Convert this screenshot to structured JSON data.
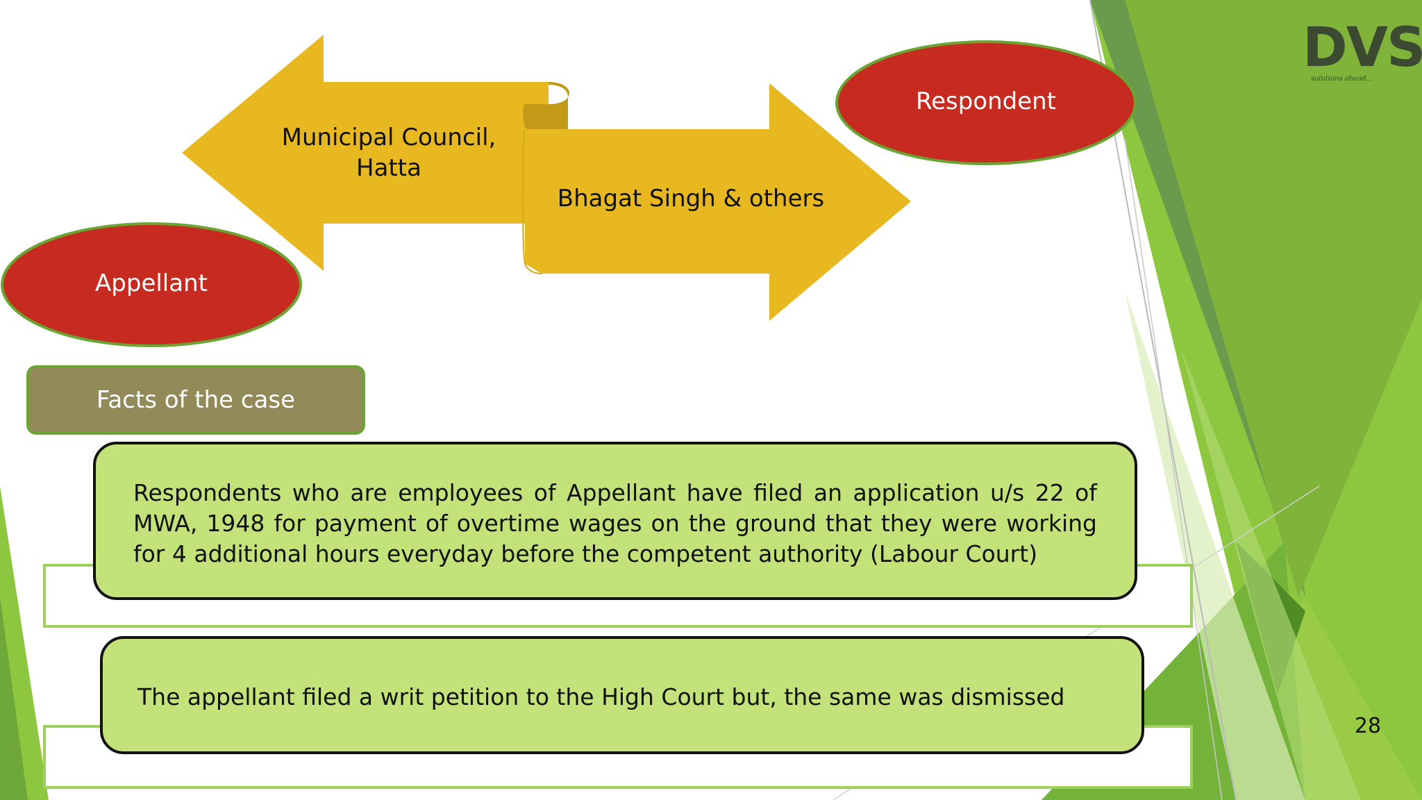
{
  "diagram": {
    "appellant_label": "Appellant",
    "respondent_label": "Respondent",
    "appellant_name": "Municipal Council,\nHatta",
    "respondent_name": "Bhagat Singh & others"
  },
  "section_label": "Facts of the case",
  "facts": [
    "Respondents who are employees of Appellant have filed an application u/s 22 of MWA, 1948 for payment of overtime wages on the ground that they were working for 4 additional hours everyday before the competent authority (Labour Court)",
    "The appellant filed a writ petition to the High Court but, the same was dismissed"
  ],
  "logo": {
    "text": "DVS",
    "tagline": "solutions ahead..."
  },
  "page_number": "28",
  "colors": {
    "ellipse_fill": "#c72a1e",
    "arrow_fill": "#e8b820",
    "section_fill": "#938a5a",
    "facts_fill": "#c3e27a",
    "accent_green": "#8dc63f"
  }
}
